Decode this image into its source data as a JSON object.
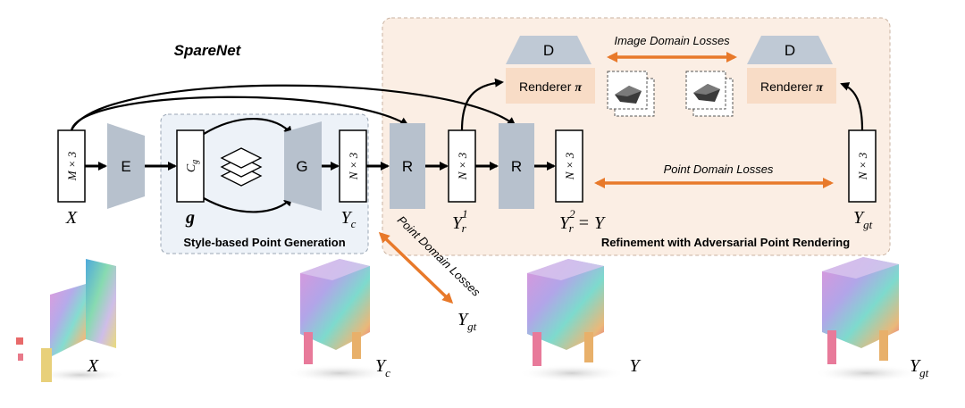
{
  "title": "SpareNet",
  "encoder_label": "E",
  "generator_label": "G",
  "refiner_label": "R",
  "discriminator_label": "D",
  "renderer_label": "Renderer",
  "renderer_symbol": "π",
  "code_label": "C",
  "code_sub": "g",
  "style_symbol": "g",
  "box_input": "M × 3",
  "box_points": "N × 3",
  "var_x": "X",
  "var_y": "Y",
  "var_y_sub_c": "c",
  "var_y_sub_r": "r",
  "var_y_sub_gt": "gt",
  "sup_1": "1",
  "sup_2": "2",
  "eq_sign": "=",
  "image_domain_losses": "Image Domain Losses",
  "point_domain_losses_1": "Point Domain Losses",
  "point_domain_losses_2": "Point Domain Losses",
  "section_style": "Style-based Point Generation",
  "section_refine": "Refinement with Adversarial Point Rendering",
  "colors": {
    "orange": "#e8792a",
    "refine_bg": "#fbeee4",
    "style_bg": "#edf2f8",
    "block_gray": "#b7c1cd",
    "renderer_bg": "#f8dcc6",
    "disc_gray": "#bfc9d5"
  }
}
